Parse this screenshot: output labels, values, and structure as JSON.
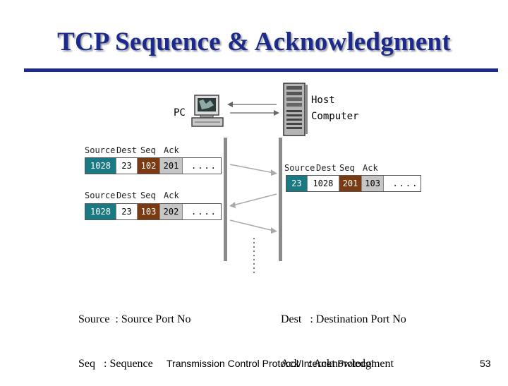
{
  "title": "TCP Sequence & Acknowledgment",
  "pc_label": "PC",
  "host_label_line1": "Host",
  "host_label_line2": "Computer",
  "header_labels": {
    "source": "Source",
    "dest": "Dest",
    "seq": "Seq",
    "ack": "Ack"
  },
  "segments": [
    {
      "source": "1028",
      "dest": "23",
      "seq": "102",
      "ack": "201",
      "data": "...."
    },
    {
      "source": "23",
      "dest": "1028",
      "seq": "201",
      "ack": "103",
      "data": "...."
    },
    {
      "source": "1028",
      "dest": "23",
      "seq": "103",
      "ack": "202",
      "data": "...."
    }
  ],
  "legend": {
    "left_line1": "Source  : Source Port No",
    "left_line2": "Seq   : Sequence",
    "right_line1": "Dest   : Destination Port No",
    "right_line2": "Ack   : Acknowledgment"
  },
  "footer": "Transmission Control Protocol/Internet Protocol",
  "page_number": "53",
  "colors": {
    "title": "#1b2a8c",
    "source": "#1a7a84",
    "seq": "#7a3a12",
    "ack": "#c6c6c6"
  }
}
